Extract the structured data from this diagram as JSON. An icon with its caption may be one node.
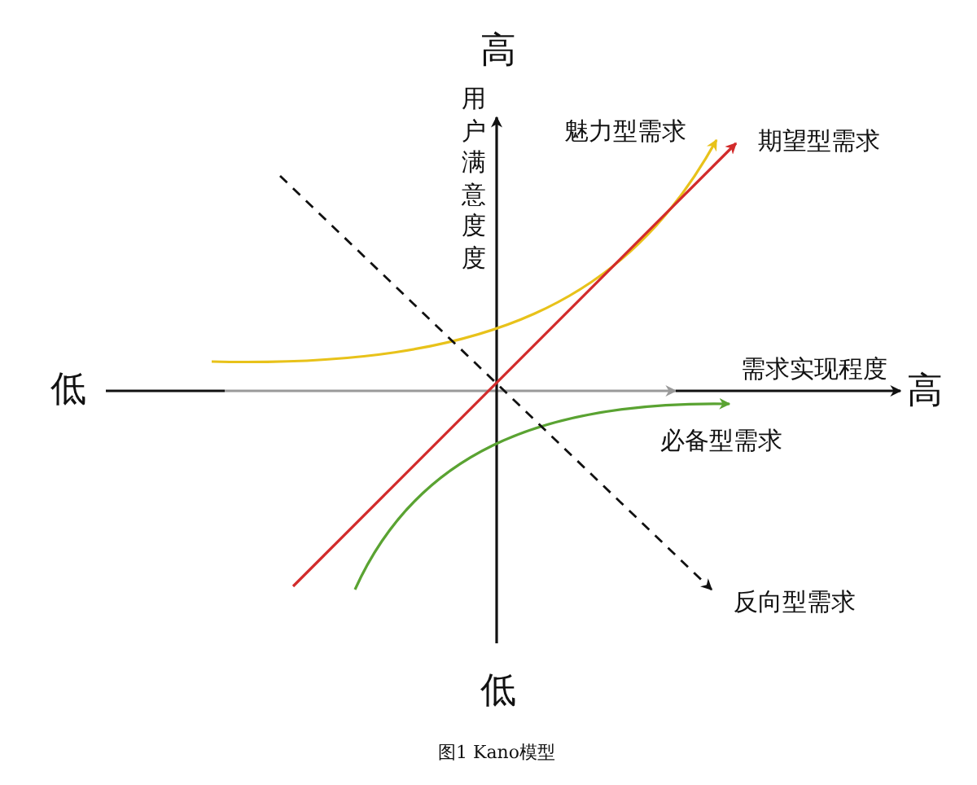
{
  "diagram": {
    "caption": "图1 Kano模型",
    "labels": [
      "高",
      "用户满意度度",
      "魅力型需求",
      "期望型需求",
      "低",
      "需求实现程度",
      "高",
      "必备型需求",
      "反向型需求",
      "低"
    ]
  }
}
